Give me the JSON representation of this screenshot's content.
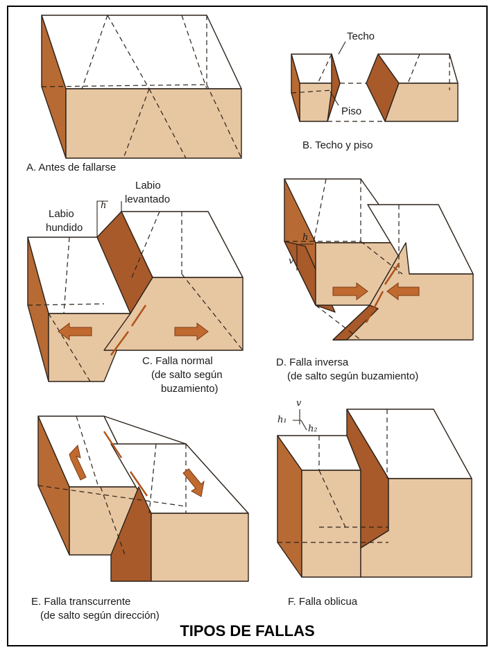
{
  "title": "TIPOS DE FALLAS",
  "panels": {
    "a": {
      "caption": "A. Antes de fallarse"
    },
    "b": {
      "caption": "B. Techo y piso",
      "labels": {
        "techo": "Techo",
        "piso": "Piso"
      }
    },
    "c": {
      "caption_lines": [
        "C. Falla normal",
        "(de salto según",
        "buzamiento)"
      ],
      "labels": {
        "labio_levantado_1": "Labio",
        "labio_levantado_2": "levantado",
        "labio_hundido_1": "Labio",
        "labio_hundido_2": "hundido",
        "h": "h"
      }
    },
    "d": {
      "caption_lines": [
        "D. Falla inversa",
        "(de salto según buzamiento)"
      ],
      "labels": {
        "h": "h",
        "v": "v"
      }
    },
    "e": {
      "caption_lines": [
        "E. Falla transcurrente",
        "(de salto según dirección)"
      ]
    },
    "f": {
      "caption": "F. Falla oblicua",
      "labels": {
        "v": "v",
        "h1": "h₁",
        "h2": "h₂"
      }
    }
  },
  "colors": {
    "front": "#e7c6a2",
    "side": "#b86a34",
    "plane": "#a85a2a",
    "arrow": "#c06a30",
    "top": "#ffffff"
  }
}
